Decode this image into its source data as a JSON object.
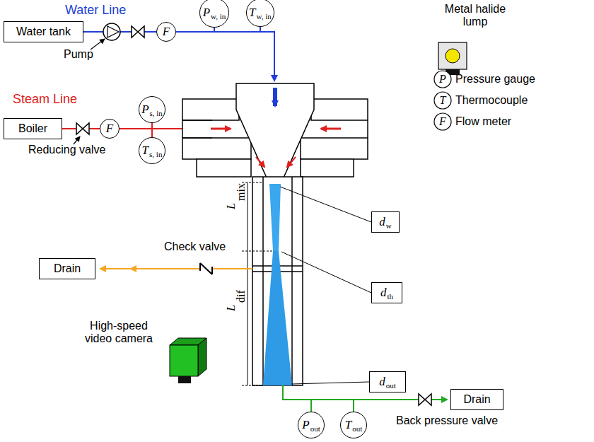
{
  "diagram": {
    "nodes": [
      {
        "text": [
          "Water tank"
        ]
      },
      {
        "text": [
          "F"
        ]
      },
      {
        "text": [
          "P",
          "w, in"
        ]
      },
      {
        "text": [
          "T",
          "w, in"
        ]
      },
      {
        "text": [
          "Boiler"
        ]
      },
      {
        "text": [
          "F"
        ]
      },
      {
        "text": [
          "P",
          "s, in"
        ]
      },
      {
        "text": [
          "T",
          "s, in"
        ]
      },
      {
        "text": [
          "d",
          "w"
        ]
      },
      {
        "text": [
          "Drain"
        ]
      },
      {
        "text": [
          "d",
          "th"
        ]
      },
      {
        "text": [
          "d",
          "out"
        ]
      },
      {
        "text": [
          "Drain"
        ]
      },
      {
        "text": [
          "P",
          "out"
        ]
      },
      {
        "text": [
          "T",
          "out"
        ]
      }
    ],
    "edges": [
      {
        "from": 0,
        "to": 1,
        "arrow": "none"
      },
      {
        "from": 4,
        "to": 5,
        "arrow": "none"
      }
    ],
    "labels": [
      "Water Line",
      "Metal halide lump",
      "Pump",
      "Steam Line",
      "Reducing valve",
      "Check valve",
      "L",
      "mix",
      "L",
      "dif",
      "High-speed video camera",
      "Back pressure valve",
      "P",
      "T",
      "F"
    ],
    "legend": [
      {
        "text": "Pressure gauge"
      },
      {
        "text": "Thermocouple"
      },
      {
        "text": "Flow meter"
      }
    ]
  }
}
